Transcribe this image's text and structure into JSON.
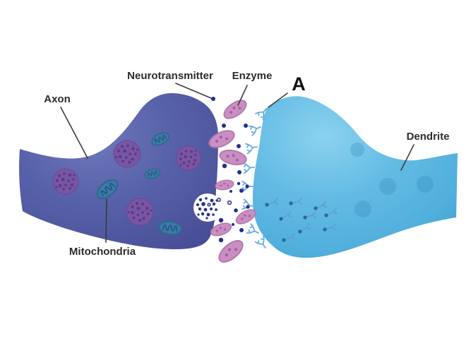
{
  "diagram": {
    "type": "synapse-anatomy",
    "labels": {
      "axon": "Axon",
      "neurotransmitter": "Neurotransmitter",
      "enzyme": "Enzyme",
      "marker_a": "A",
      "dendrite": "Dendrite",
      "mitochondria": "Mitochondria"
    },
    "colors": {
      "background": "#ffffff",
      "axon_fill": "#5761a9",
      "axon_highlight": "#6e77bb",
      "axon_shadow": "#454c95",
      "vesicle_cluster_fill": "#7a55a3",
      "vesicle_cluster_dots": "#563c86",
      "mitochondria_fill": "#3d7da0",
      "mitochondria_outline": "#2d6a92",
      "mitochondria_cristae": "#2a5499",
      "dendrite_fill": "#5cb6e1",
      "dendrite_highlight": "#8bd2ee",
      "dendrite_shadow": "#3f9ecf",
      "neurotransmitter_dot": "#242e8e",
      "enzyme_fill": "#c98fc3",
      "enzyme_outline": "#b377ad",
      "receptor_stroke": "#67abe0",
      "bound_receptor_head": "#2b66a3",
      "label_text": "#2c2c2c",
      "leader_line": "#3c3c3c"
    }
  }
}
